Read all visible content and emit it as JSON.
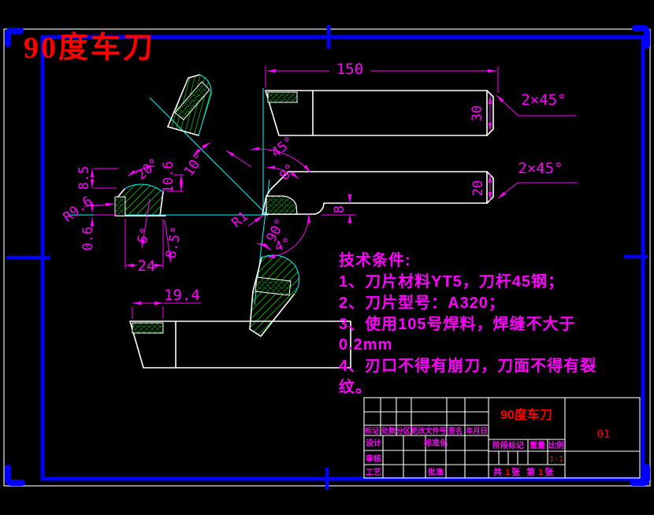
{
  "title": "90度车刀",
  "colors": {
    "background": "#000000",
    "geometry": "#FFFFFF",
    "dimension": "#FF00FF",
    "insert_green": "#00FF00",
    "construction_cyan": "#00FFFF",
    "frame_blue": "#0000FF",
    "title_red": "#FF0000"
  },
  "dims": {
    "length_150": "150",
    "height_30": "30",
    "chamfer_top": "2×45°",
    "chamfer_side": "2×45°",
    "height_20": "20",
    "step_8": "8",
    "angle_45": "45°",
    "angle_8": "8°",
    "angle_10": "10°",
    "angle_20": "20°",
    "angle_90": "90°",
    "angle_4": "4°",
    "angle_6": "6°",
    "angle_8_5": "8.5°",
    "radius_r9_6": "R9.6",
    "height_8_5": "8.5",
    "height_10_6": "10.6",
    "height_0_6": "0.6",
    "width_24": "24",
    "width_19_4": "19.4",
    "radius_r1": "R1"
  },
  "tech_notes": {
    "heading": "技术条件:",
    "line1": "1、刀片材料YT5，刀杆45钢；",
    "line2": "2、刀片型号：A320；",
    "line3": "3、使用105号焊料，焊缝不大于",
    "line4": "0.2mm",
    "line5": "4、刃口不得有崩刀，刀面不得有裂",
    "line6": "纹。"
  },
  "title_block": {
    "part_name": "90度车刀",
    "drawing_no": "01",
    "col_headers": [
      "标记",
      "处数",
      "分区",
      "更改文件号",
      "签名",
      "年月日"
    ],
    "row_design": "设计",
    "row_check": "审核",
    "row_process": "工艺",
    "std_label": "标准化",
    "approve_label": "批准",
    "stage_label": "阶段标记",
    "weight_label": "重量",
    "scale_label": "比例",
    "scale_value": "1:1",
    "sheet": {
      "total_label": "共",
      "total_num": "1",
      "total_unit": "张",
      "page_label": "第",
      "page_num": "1",
      "page_unit": "张"
    }
  }
}
